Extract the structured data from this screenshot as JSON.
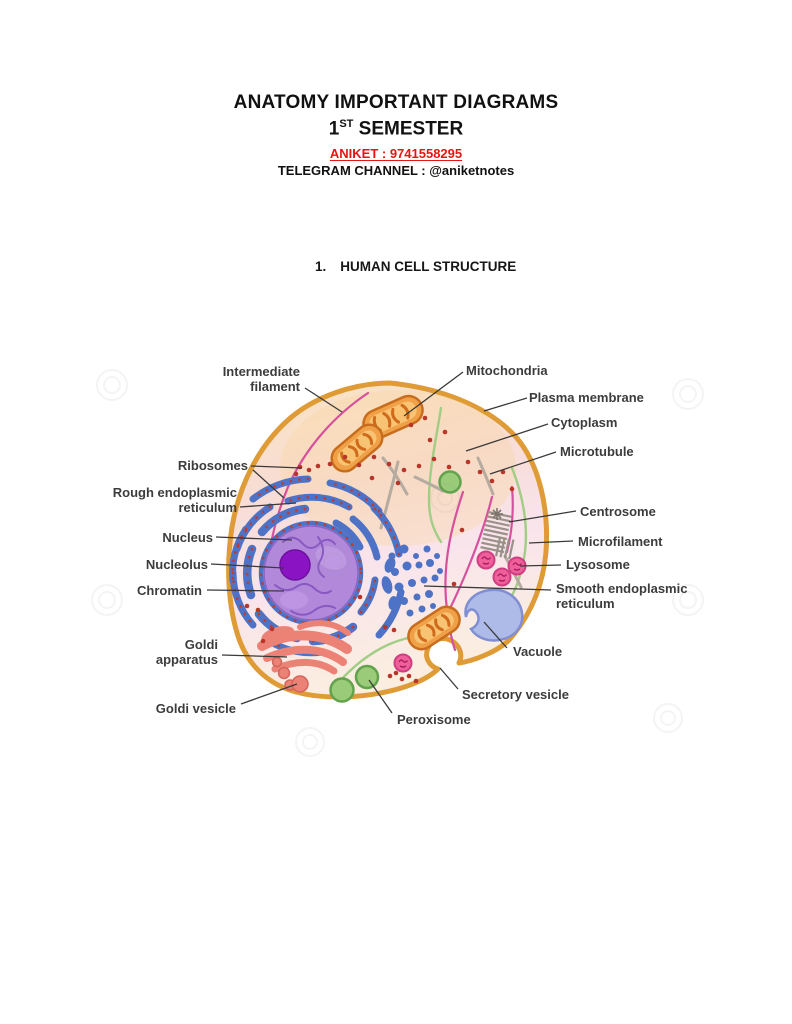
{
  "header": {
    "title": "ANATOMY IMPORTANT DIAGRAMS",
    "semester_number": "1",
    "semester_ordinal": "ST",
    "semester_word": " SEMESTER",
    "contact": "ANIKET : 9741558295",
    "telegram": "TELEGRAM CHANNEL : @aniketnotes"
  },
  "section": {
    "number": "1.",
    "title": "HUMAN CELL STRUCTURE"
  },
  "diagram": {
    "type": "labeled-illustration",
    "subject": "Human cell structure",
    "labels": {
      "intermediate_filament": "Intermediate\nfilament",
      "ribosomes": "Ribosomes",
      "rough_er": "Rough endoplasmic\nreticulum",
      "nucleus": "Nucleus",
      "nucleolus": "Nucleolus",
      "chromatin": "Chromatin",
      "goldi_apparatus": "Goldi\napparatus",
      "goldi_vesicle": "Goldi vesicle",
      "mitochondria": "Mitochondria",
      "plasma_membrane": "Plasma membrane",
      "cytoplasm": "Cytoplasm",
      "microtubule": "Microtubule",
      "centrosome": "Centrosome",
      "microfilament": "Microfilament",
      "lysosome": "Lysosome",
      "smooth_er": "Smooth endoplasmic\nreticulum",
      "vacuole": "Vacuole",
      "secretory_vesicle": "Secretory vesicle",
      "peroxisome": "Peroxisome"
    },
    "palette": {
      "membrane_gold": "#df9b35",
      "cytoplasm_peach": "#fae4c2",
      "cytoplasm_pink": "#f8dde4",
      "rough_er_blue": "#4d72c6",
      "ribosome_red": "#bf3b2e",
      "nucleus_purple": "#b289da",
      "nucleolus_purple": "#8a14c4",
      "goldi_salmon": "#ec8175",
      "mitochondria_orange": "#f0a148",
      "lysosome_pink": "#ef5f9a",
      "peroxisome_green": "#99cb79",
      "vacuole_blue": "#aebbe8",
      "accent_red_text": "#e81313"
    }
  }
}
